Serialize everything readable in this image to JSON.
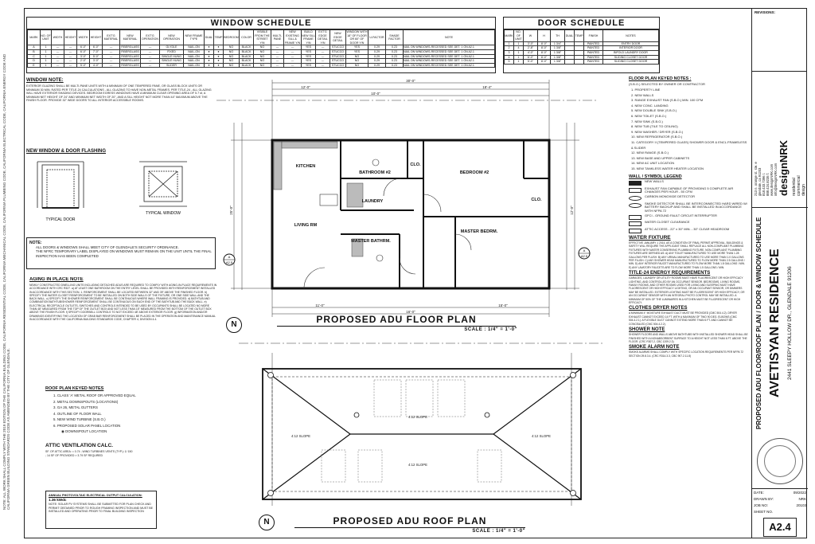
{
  "window_schedule": {
    "title": "WINDOW SCHEDULE",
    "headers": [
      "MARK",
      "NO. OF UNIT",
      "WIDTH",
      "HEIGHT",
      "WIDTH",
      "HEIGHT",
      "EXT'G MATERIAL",
      "NEW MATERIAL",
      "EXT'G OPERATION",
      "NEW OPERATION",
      "NEW FRAME TYPE",
      "DUAL",
      "TEMP",
      "BEDROOM",
      "COLOR",
      "VISIBLE FROM THE STREET Y/N",
      "MULTI-PANE",
      "NEW EXISTING SILL & FRAME Y/N",
      "BUILD NEW SILL FRAME Y/N",
      "EXT'G EDGE DETAIL Y/N",
      "NEW EDGE DETAIL",
      "WINDOW WITH 18\" OF FLOOR OR 60\" OF DOOR Y/N",
      "U-FACTOR",
      "SHADE FACTOR",
      "NOTE"
    ],
    "rows": [
      [
        "A",
        "1",
        "---",
        "---",
        "6'-0\"",
        "6'-0\"",
        "---",
        "FIBERGLASS",
        "---",
        "GLYDLE",
        "NAIL-ON",
        "●",
        "●",
        "NO",
        "BLACK",
        "NO",
        "---",
        "---",
        "YES",
        "---",
        "STUCCO",
        "YES",
        "0.29",
        "0.23",
        "NAIL ON WINDOWS-RECESSED SEE DET. 1 ON A2.1"
      ],
      [
        "B",
        "1",
        "---",
        "---",
        "6'-0\"",
        "7'-0\"",
        "---",
        "FIBERGLASS",
        "---",
        "FIXED",
        "NAIL-ON",
        "●",
        "●",
        "NO",
        "BLACK",
        "NO",
        "---",
        "---",
        "YES",
        "---",
        "STUCCO",
        "YES",
        "0.29",
        "0.23",
        "NAIL ON WINDOWS-RECESSED SEE DET. 1 ON A2.1"
      ],
      [
        "C",
        "1",
        "---",
        "---",
        "3'-0\"",
        "5'-0\"",
        "---",
        "FIBERGLASS",
        "---",
        "SINGLE HUNG",
        "NAIL-ON",
        "●",
        "●",
        "NO",
        "BLACK",
        "NO",
        "---",
        "---",
        "YES",
        "---",
        "STUCCO",
        "NO",
        "0.29",
        "0.23",
        "NAIL ON WINDOWS-RECESSED SEE DET. 1 ON A2.1"
      ],
      [
        "D",
        "1",
        "---",
        "---",
        "2'-0\"",
        "3'-0\"",
        "---",
        "FIBERGLASS",
        "---",
        "SINGLE HUNG",
        "NAIL-ON",
        "●",
        "●",
        "NO",
        "BLACK",
        "NO",
        "---",
        "---",
        "YES",
        "---",
        "STUCCO",
        "NO",
        "0.29",
        "0.23",
        "NAIL ON WINDOWS-RECESSED SEE DET. 1 ON A2.1"
      ],
      [
        "E",
        "1",
        "---",
        "---",
        "5'-0\"",
        "4'-0\"",
        "---",
        "FIBERGLASS",
        "---",
        "SLIDER",
        "NAIL-ON",
        "●",
        "●",
        "NO",
        "BLACK",
        "NO",
        "---",
        "---",
        "YES",
        "---",
        "STUCCO",
        "NO",
        "0.29",
        "0.23",
        "NAIL ON WINDOWS-RECESSED SEE DET. 1 ON A2.1"
      ]
    ]
  },
  "door_schedule": {
    "title": "DOOR SCHEDULE",
    "headers": [
      "MARK",
      "NO. OF UNIT",
      "W",
      "H",
      "TH",
      "DUAL",
      "TEMP",
      "FINISH",
      "NOTES"
    ],
    "rows": [
      [
        "1",
        "1",
        "3'-0\"",
        "8'-0\"",
        "1 3/4\"",
        "",
        "",
        "PAINTED",
        "ENTRY DOOR"
      ],
      [
        "2",
        "4",
        "2'-8\"",
        "8'-0\"",
        "1 3/8\"",
        "",
        "",
        "PAINTED",
        "INTERIOR DOOR"
      ],
      [
        "3",
        "1",
        "4'-0\"",
        "8'-0\"",
        "1 3/8\"",
        "",
        "",
        "PAINTED",
        "BIFOLD LAUNDRY DOOR"
      ],
      [
        "4",
        "1",
        "6'-0\"",
        "8'-0\"",
        "1 3/8\"",
        "",
        "",
        "PAINTED",
        "SLIDING CLOSET DOOR"
      ],
      [
        "5",
        "1",
        "5'-0\"",
        "8'-0\"",
        "1 3/8\"",
        "",
        "",
        "PAINTED",
        "SLIDING CLOSET DOOR"
      ]
    ]
  },
  "window_note": {
    "title": "WINDOW NOTE:",
    "text": "EXTERIOR GLAZING SHALL BE MULTI-PANE UNITS WITH A MINIMUM OF ONE TEMPERED PANE, OR GLASS BLOCK UNITS OR MINIMUM 30 MIN. RATED PER TITLE-24 CALCULATIONS - ALL GLAZING TO HAVE NON-METAL FRAMES. PER TITLE-24 - ALL GLAZING WILL HAVE EXTERIOR SHADING DEVICES. BEDROOM EGRESS WINDOWS HAVE A MINIMUM CLEAR OPENING AREA OF 5.7 sf, A MINIMUM NET HEIGHT OF 24\" AND MINIMUM NET WIDTH OF 20\", AND A SILL HEIGHT NOT MORE THAN 44\" MAXIMUM ABOVE THE FINISH FLOOR. PROVIDE 32\" WIDE DOORS TO ALL INTERIOR ACCESSIBLE ROOMS."
  },
  "flashing": {
    "title": "NEW WINDOW & DOOR FLASHING",
    "labels": [
      "TYPICAL DOOR",
      "TYPICAL WINDOW"
    ]
  },
  "glendale_note": {
    "title": "NOTE:",
    "items": [
      "ALL DOORS & WINDOWS SHALL MEET CITY OF GLENDALE'S SECURITY ORDINANCE.",
      "THE NFRC TEMPORARY LABEL DISPLAYED ON WINDOWS MUST REMAIN ON THE UNIT UNTIL THE FINAL INSPECTION HAS BEEN COMPLETED"
    ]
  },
  "aging_note": {
    "title": "AGING IN PLACE NOTE",
    "text": "NEWLY CONSTRUCTED DWELLING UNITS INCLUDING DETACHED ADUS ARE REQUIRED TO COMPLY WITH AGING-IN-PLACE REQUIREMENTS IN ACCORDANCE WITH CRC R327. a) AT LEAST ONE BATHROOM ON THE ENTRY LEVEL SHALL BE PROVIDED WITH REINFORCEMENT INSTALLED IN ACCORDANCE WITH THIS SECTION. 1. REINFORCEMENT SHALL BE LOCATED BETWEEN 32\" AND 39\" ABOVE THE FINISHED FLOOR. b) SPECIFY THE WATER CLOSET REINFORCEMENT TO BE INSTALLED ON BOTH SIDE WALLS OF THE FIXTURE, OR ONE SIDE WALL AND THE BACK WALL. c) SPECIFY THE SHOWER REINFORCEMENT SHALL BE CONTINUOUS WHERE WALL FRAMING IS PROVIDED. d) BATHTUB AND COMBINATION BATHTUB/SHOWER REINFORCEMENT SHALL BE CONTINUOUS ON EACH END OF THE BATHTUB AND THE BACK WALL. e) ELECTRICAL RECEPTACLE OUTLETS, SWITCHES AND CONTROLS INTENDED TO BE USED BY OCCUPANTS SHALL BE LOCATED NO MORE THAN 48\" MEASURED FROM THE TOP OF THE OUTLET BOX AND NOT LESS THAN 15\" MEASURED FROM THE BOTTOM OF THE OUTLET BOX ABOVE THE FINISH FLOOR. f) SPECIFY DOORBELL CONTROLS TO NOT EXCEED 48\" ABOVE EXTERIOR FLOOR. g) INFORMATION AND/OR DRAWINGS IDENTIFYING THE LOCATION OF GRAB BAR REINFORCEMENT SHALL BE PLACED IN THE OPERATION AND MAINTENANCE MANUAL IN ACCORDANCE WITH THE CALIFORNIA BUILDING STANDARDS CODE, CHAPTER 4, DIVISION 4.4."
  },
  "roof_keyed": {
    "title": "ROOF PLAN KEYED NOTES",
    "items": [
      "1. CLASS 'A' METAL ROOF OR APPROVED EQUAL",
      "2. METAL DOWNSPOUTS (LOCATIONS)",
      "3. GA 26, METAL GUTTERS",
      "4. OUTLINE OF FLOOR WALL",
      "5. NEW WIND TURBINE (S.B.O.)",
      "6. PROPOSED SOLAR PANEL LOCATION"
    ],
    "downspout": "DOWNSPOUT LOCATION"
  },
  "attic": {
    "title": "ATTIC VENTILATION CALC.",
    "text": "SF. OF ATTIC AREA: = 0.74 ; WIND TURBINES VENTS (TYP.): 1/ 150 ; 14 SF OF PROVIDED > 3.79 SF REQUIRED"
  },
  "pv": {
    "title": "ANNUAL PHOTOVOLTAIC ELECTRICAL OUTPUT CALCULATION:",
    "value": "1.36 kWdc",
    "text": "NOTE: SOLAR PV SYSTEMS SHALL BE SUBMITTED FOR PLAN CHECK AND PERMIT OBTAINED PRIOR TO ROUGH FRAMING INSPECTION AND MUST BE INSTALLED AND OPERATING PRIOR TO FINAL BUILDING INSPECTION"
  },
  "floor_plan": {
    "title": "PROPOSED ADU FLOOR PLAN",
    "scale": "SCALE : 1/4\" = 1'-0\"",
    "rooms": [
      "KITCHEN",
      "BATHROOM #2",
      "CLO.",
      "BEDROOM #2",
      "LIVING RM",
      "MASTER BEDRM.",
      "CLO.",
      "MASTER BATHRM.",
      "LAUNDRY"
    ],
    "dims": [
      "30'-0\"",
      "18'-4\"",
      "12'-0\"",
      "25'-0\"",
      "10'-0\"",
      "16'-0\"",
      "11'-0\"",
      "15'-0\"",
      "12'-0\""
    ],
    "section_marks": [
      "A",
      "A",
      "A2.5",
      "A2.5"
    ]
  },
  "roof_plan": {
    "title": "PROPOSED ADU ROOF PLAN",
    "scale": "SCALE : 1/4\" = 1'-0\"",
    "slopes": [
      "4:12 SLOPE",
      "4:12 SLOPE",
      "4:12 SLOPE",
      "4:12 SLOPE"
    ]
  },
  "keyed_notes": {
    "title": "FLOOR PLAN KEYED NOTES :",
    "subtitle": "(S.B.O.) SELECTED BY OWNER OR CONTRACTOR",
    "items": [
      "1. PROPERTY LINE",
      "2. NEW WALLS",
      "3. RANGE EXHAUST FAN (S.B.O.) MIN. 100 CFM",
      "4. NEW CONC. LANDING",
      "5. NEW DOUBLE SINK (S.B.O.)",
      "6. NEW TOILET (S.B.O.)",
      "7. NEW SINK (S.B.O.)",
      "8. NEW TUB (TILE TO CEILING)",
      "9. NEW WASHER / DRYER (S.B.O.)",
      "10. NEW REFRIGERATOR (S.B.O.)",
      "11. CATEGORY II (TEMPERED GLASS) SHOWER DOOR & ENCL.FRAMELESS & SLIDER",
      "12. NEW RANGE (S.B.O.)",
      "13. NEW BASE AND UPPER CABINETS",
      "14. NEW AC UNIT LOCATION",
      "15. NEW TANKLESS WATER HEATER LOCATION"
    ]
  },
  "legend": {
    "title": "WALL / SYMBOL LEGEND",
    "items": [
      "NEW WALLS",
      "EXHAUST FAN CAPABLE OF PROVIDING 5 COMPLETE AIR CHANGES PER HOUR - 50 CFM",
      "CARBON MONOXIDE DETECTOR",
      "SMOKE DETECTOR SHALL BE INTERCONNECTED HARD WIRED W/ BATTERY BACKUP AND SHALL BE INSTALLED IN ACCORDANCE WITH NFPA 72",
      "GFCI - GROUND FAULT CIRCUIT INTERRUPTER",
      "WATER CLOSET CLEARANCE",
      "ATTIC ACCESS - 22\" x 30\" MIN. - 30\" CLEAR HEADROOM"
    ]
  },
  "water_fixture": {
    "title": "WATER FIXTURE",
    "text": "EFFECTIVE JANUARY 1 2014, AS A CONDITION OF FINAL PERMIT APPROVAL, BUILDINGS & SAFETY WILL REQUIRE THE APPLICANT SHALL REPLACE ALL NON-COMPLIANT PLUMBING FIXTURES WITH WATER CONSERVING PLUMBING FIXTURE. NON-COMPLIANT PLUMBING FIXTURES ARE DEFINED AS: A) ANY TOILET MANUFACTURED TO USE MORE THAN 1.28 GALLONS PER FLUSH. B) ANY URINAL MANUFACTURED TO USE MORE THAN 1.0 GALLONS PER FLUSH. C) ANY SHOWER HEAD MANUFACTURED TO FLOW MORE THAN 2.5 GALLONS / MIN. D) ANY INTERIOR FAUCET MANUFACTURED TO FLOW MORE THAN 1.8 GALLONS / MIN. E) ANY LAVATORY FAUCETS ARE TO FLOW MORE THAN 1.5 GALLONS / MIN."
  },
  "title24": {
    "title": "TITLE-24 ENERGY REQUIREMENTS",
    "text": "GARAGES, LAUNDRY OR UTILITY ROOMS MUST HAVE FLUORESCENT OR HIGH EFFICACY LIGHTING, AND CONTROLLED BY AN OCCUPANT SENSOR. BEDROOMS, LIVING ROOMS, FAMILY ROOMS, AND OTHER ROOMS USED FOR LIVING AND SLEEPING MUST HAVE FLUORESCENT OR HIGH EFFICACY LIGHTING, OR AN OCCUPANT SENSOR, OR DIMMERS MAY BE INSTALLED. EXTERIOR LIGHTING MUST BE FLUORESCENT OR HIGH EFFICACY, OR AN OCCUPANT SENSOR WITH AN INTEGRAL PHOTO CONTROL MAY BE INSTALLED. A MINIMUM OF 50% OF THE LUMINAIRES IN A KITCHEN MUST BE FLUORESCENT OR HIGH EFFICACY."
  },
  "dryer": {
    "title": "CLOTHES DRYER NOTES",
    "text": "A MINIMUM 4\" MOISTURE EXHAUST DUCT MUST BE PROVIDED (CMC 504.4.2). DRYER EXHAUST CANNOT EXCEED 14 FT. WITH A MAXIMUM OF TWO 90 DEG. ELBOWS (CMC 504.4.2.1). A FLEXIBLE DUCT CANNOT EXTEND MORE THAN 6 FT. AND CANNOT BE CONCEALED (CMC 504.4.2.2)."
  },
  "shower": {
    "title": "SHOWER NOTE",
    "text": "SHOWER FLOORS AND WALLS ABOVE BATHTUBS WITH INSTALLED SHOWER HEAD SHALL BE FINISHED WITH A NONABSORBENT SURFACE TO A HEIGHT NOT LESS THAN 6 FT. ABOVE THE FLOOR. (CRC R307.2, CBC 1209.2.3)"
  },
  "smoke": {
    "title": "SMOKE ALARM NOTE",
    "text": "SMOKE ALARMS SHALL COMPLY WITH SPECIFIC LOCATION REQUIREMENTS PER NFPA 72 SECTION 29.8.3.4. (CRC R314.3.3, CBC 907.2.11.8)"
  },
  "title_block": {
    "revisions": "REVISIONS:",
    "address_lines": [
      "213 n. orange st. ste. e",
      "glendale, ca 91203",
      "818.433.7396 t.",
      "888.424.8235 f.",
      "www.designNRK.com",
      "info@designNRK.com"
    ],
    "firm": "designNRK",
    "firm_sub": [
      "residential",
      "commercial",
      "design"
    ],
    "sheet_desc": "PROPOSED ADU FLOOR/ROOF PLAN / DOOR & WINDOW SCHEDULE",
    "project": "AVETISYAN RESIDENCE",
    "project_addr": "2441 SLEEPY HOLLOW DR., GLENDALE 91206",
    "date_label": "DATE:",
    "date": "09/2022",
    "drawn_label": "DRAWN BY:",
    "drawn": "NRK",
    "job_label": "JOB NO:",
    "job": "20103",
    "sheet_label": "SHEET NO.",
    "sheet": "A2.4"
  },
  "side_note": "NOTE: ALL WORK SHALL COMPLY WITH THE 2019 EDITION OF THE CALIFORNIA BUILDING CODE, CALIFORNIA RESIDENTIAL CODE, CALIFORNIA MECHANICAL CODE, CALIFORNIA PLUMBING CODE, CALIFORNIA ELECTRICAL CODE, CALIFORNIA ENERGY CODE AND CALIFORNIA GREEN BUILDING STANDARDS CODE AS AMENDED BY THE CITY OF GLENDALE."
}
